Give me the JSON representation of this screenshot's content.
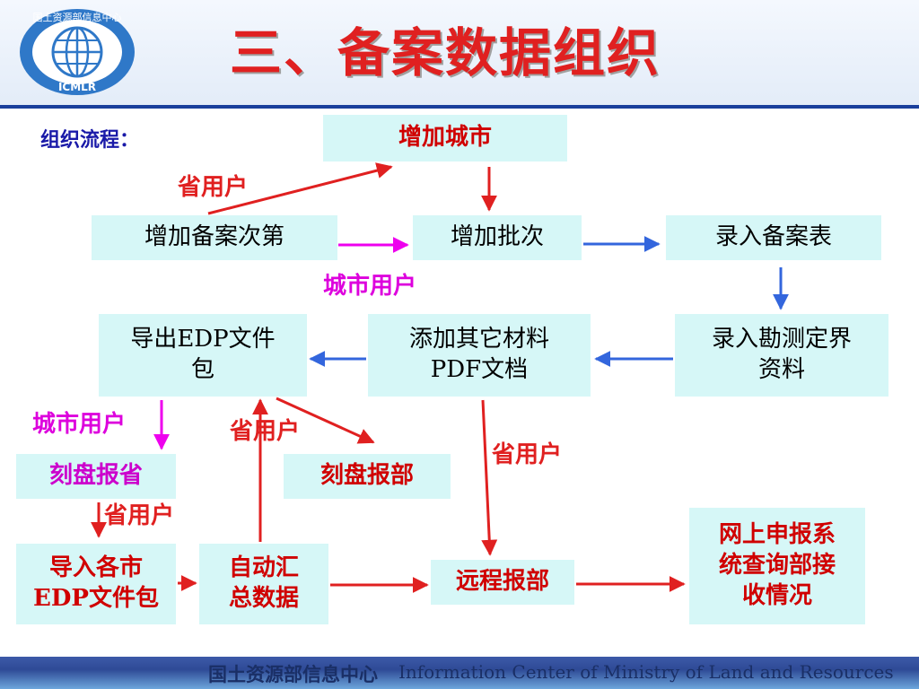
{
  "header": {
    "title": "三、备案数据组织",
    "logo_text_top": "国土资源部信息中心",
    "logo_text_bottom": "ICMLR"
  },
  "subtitle": "组织流程：",
  "boxes": {
    "add_city": "增加城市",
    "add_batch_order": "增加备案次第",
    "add_batch": "增加批次",
    "enter_record": "录入备案表",
    "export_edp_1": "导出EDP文件",
    "export_edp_2": "包",
    "add_materials_1": "添加其它材料",
    "add_materials_2": "PDF文档",
    "enter_survey_1": "录入勘测定界",
    "enter_survey_2": "资料",
    "burn_province": "刻盘报省",
    "burn_ministry": "刻盘报部",
    "import_edp_1": "导入各市",
    "import_edp_2": "EDP文件包",
    "auto_summary_1": "自动汇",
    "auto_summary_2": "总数据",
    "remote_report": "远程报部",
    "online_1": "网上申报系",
    "online_2": "统查询部接",
    "online_3": "收情况"
  },
  "labels": {
    "province_user_1": "省用户",
    "city_user_1": "城市用户",
    "city_user_2": "城市用户",
    "province_user_2": "省用户",
    "province_user_3": "省用户",
    "province_user_4": "省用户"
  },
  "footer": {
    "cn": "国土资源部信息中心",
    "en": "Information Center of Ministry of Land and Resources"
  },
  "colors": {
    "box_fill": "#d6f7f7",
    "title_red": "#e02020",
    "arrow_red": "#e02020",
    "arrow_blue": "#3366dd",
    "arrow_magenta": "#ee00ee",
    "header_line": "#1a3f9c"
  }
}
